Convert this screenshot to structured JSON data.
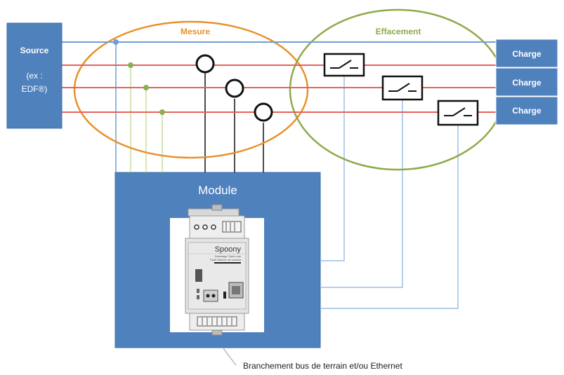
{
  "source": {
    "title": "Source",
    "detail_line1": "(ex :",
    "detail_line2": "EDF®)"
  },
  "zones": {
    "measure_label": "Mesure",
    "shedding_label": "Effacement"
  },
  "loads": [
    "Charge",
    "Charge",
    "Charge"
  ],
  "module": {
    "title": "Module",
    "device_brand": "Spoony",
    "device_subtitle_1": "Delestage Triple voie",
    "device_subtitle_2": "Triple Mesure de courant"
  },
  "bottom_caption": "Branchement bus de terrain et/ou  Ethernet",
  "colors": {
    "box_blue": "#4f81bd",
    "box_blue_dark": "#3d6fa8",
    "phase_red": "#e8605a",
    "neutral_blue": "#6f9fd8",
    "voltage_green": "#8cb050",
    "measure_orange": "#e8912a",
    "shedding_green": "#8eaa4a"
  }
}
